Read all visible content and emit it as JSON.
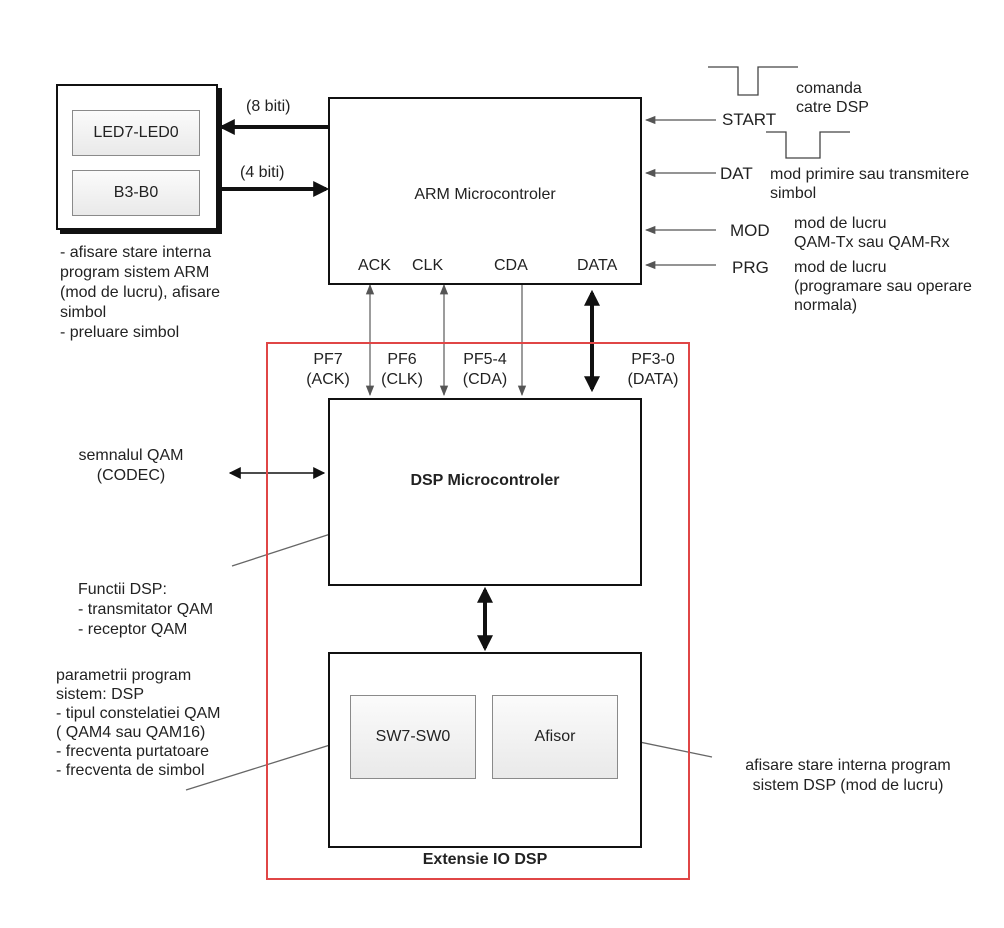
{
  "arm_block": {
    "title": "ARM Microcontroler",
    "pins": {
      "ack": "ACK",
      "clk": "CLK",
      "cda": "CDA",
      "data": "DATA"
    }
  },
  "io_block": {
    "led": "LED7-LED0",
    "buttons": "B3-B0",
    "led_bits": "(8 biti)",
    "button_bits": "(4 biti)",
    "note": "- afisare stare interna program sistem ARM (mod de lucru), afisare simbol\n- preluare simbol"
  },
  "right_signals": {
    "start": "START",
    "start_note": "comanda\ncatre DSP",
    "dat": "DAT",
    "dat_note": "mod primire sau transmitere\nsimbol",
    "mod": "MOD",
    "mod_note": "mod de lucru\nQAM-Tx sau QAM-Rx",
    "prg": "PRG",
    "prg_note": "mod de lucru\n(programare sau operare\nnormala)"
  },
  "dsp_pins": {
    "pf7": "PF7\n(ACK)",
    "pf6": "PF6\n(CLK)",
    "pf54": "PF5-4\n(CDA)",
    "pf30": "PF3-0\n(DATA)"
  },
  "dsp_block": {
    "title": "DSP Microcontroler"
  },
  "qam_signal": {
    "label": "semnalul QAM\n(CODEC)"
  },
  "dsp_functions": {
    "label": "Functii DSP:\n- transmitator QAM\n- receptor QAM"
  },
  "extension": {
    "title": "Extensie IO DSP",
    "switches": "SW7-SW0",
    "display": "Afisor"
  },
  "params_note": {
    "label": "parametrii program sistem: DSP\n- tipul constelatiei QAM\n( QAM4 sau QAM16)\n- frecventa purtatoare\n- frecventa de simbol"
  },
  "display_note": {
    "label": "afisare stare interna program\nsistem DSP (mod de lucru)"
  },
  "colors": {
    "frame": "#e04646",
    "line": "#111111",
    "thin_arrow": "#6a6a6a",
    "chip_fill": "#eeeeee"
  }
}
